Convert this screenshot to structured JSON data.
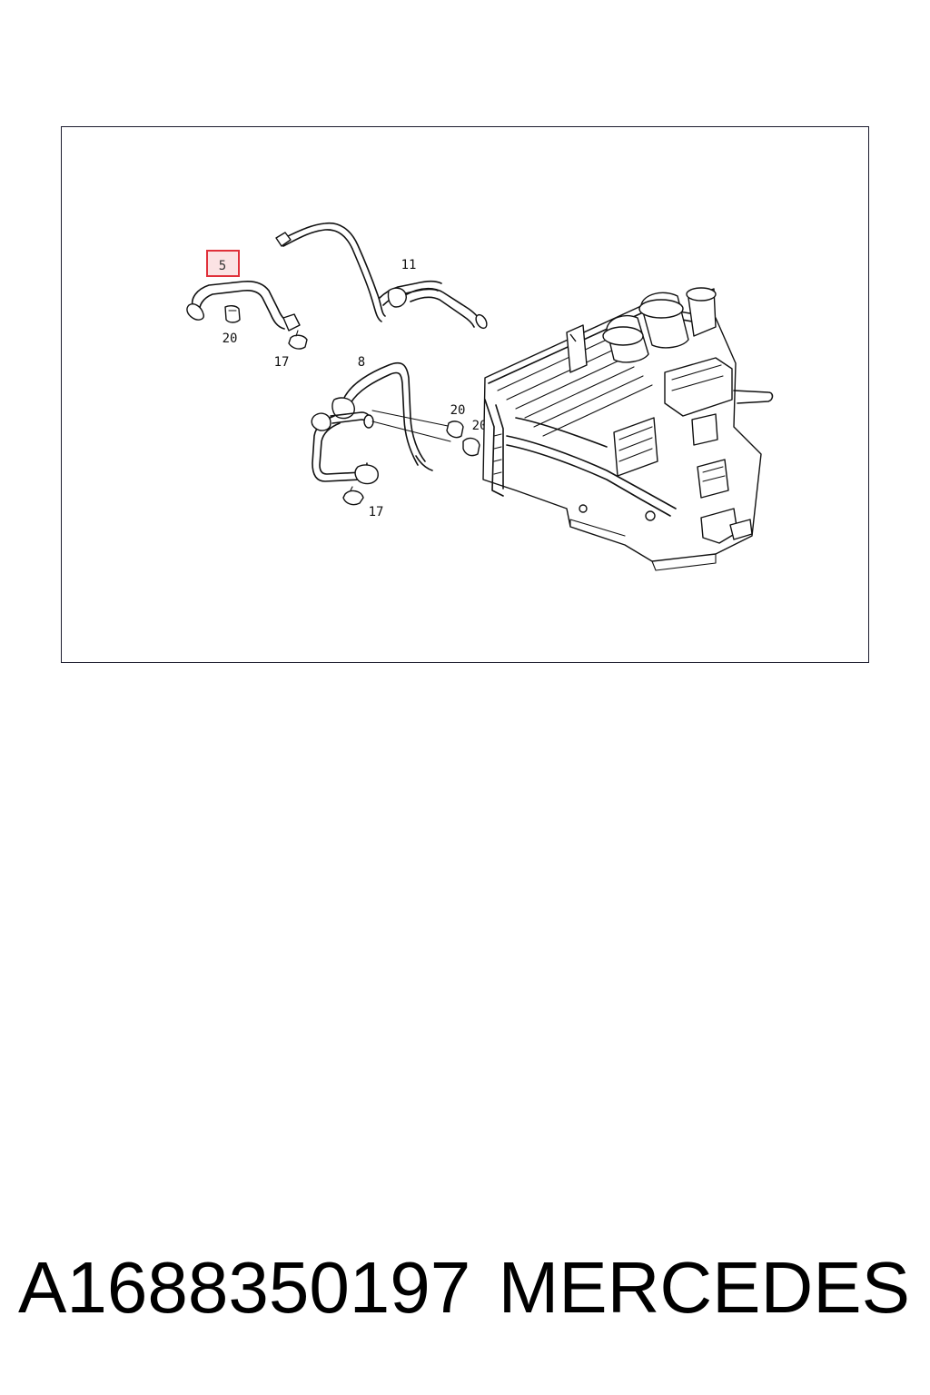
{
  "diagram": {
    "callouts": {
      "highlighted": "5",
      "label_11": "11",
      "label_20_a": "20",
      "label_17_a": "17",
      "label_8": "8",
      "label_20_b": "20",
      "label_20_c": "20",
      "label_17_b": "17"
    },
    "highlight_color": "#e0303a",
    "highlight_fill": "#fbe3e4"
  },
  "footer": {
    "part_number": "A1688350197",
    "brand": "MERCEDES"
  }
}
